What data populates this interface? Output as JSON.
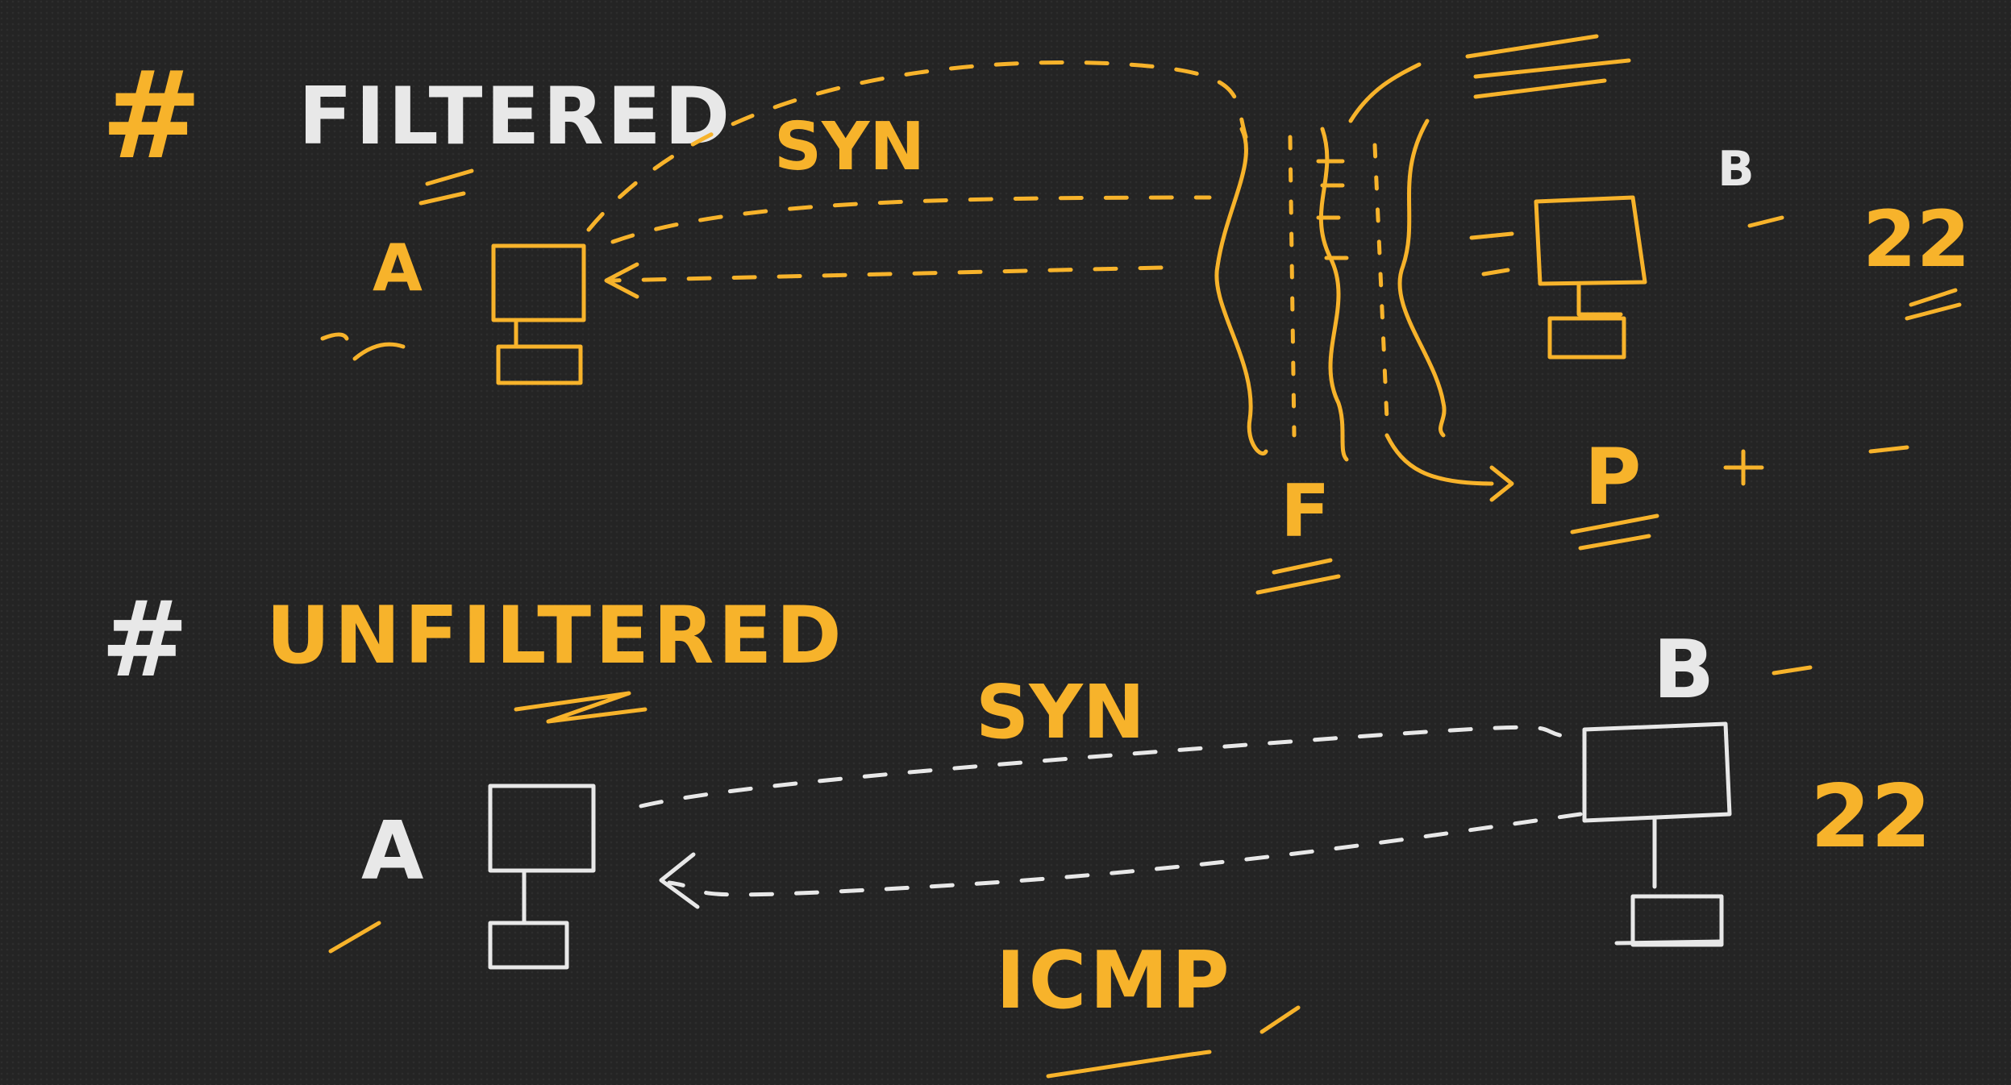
{
  "colors": {
    "background": "#242424",
    "accent_yellow": "#f7b32b",
    "ink_white": "#e8e8e8"
  },
  "filtered": {
    "hash": "#",
    "title": "FILTERED",
    "syn_label": "SYN",
    "host_a_label": "A",
    "host_b_label": "B",
    "port_label": "22",
    "firewall_label": "F",
    "p_label": "P"
  },
  "unfiltered": {
    "hash": "#",
    "title": "UNFILTERED",
    "syn_label": "SYN",
    "icmp_label": "ICMP",
    "host_a_label": "A",
    "host_b_label": "B",
    "port_label": "22"
  }
}
